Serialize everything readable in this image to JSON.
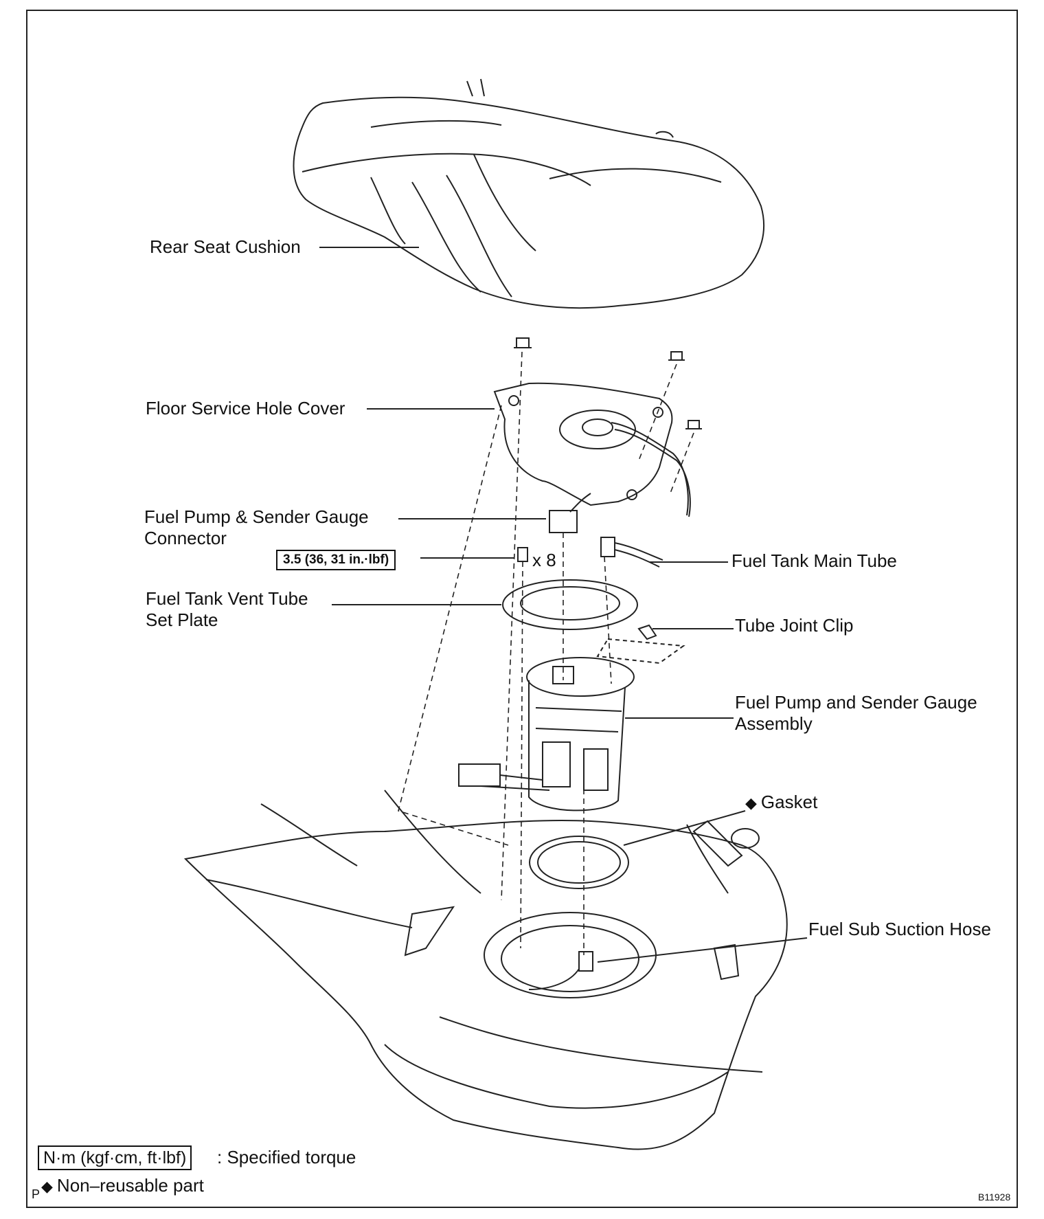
{
  "labels": {
    "rear_seat_cushion": "Rear Seat Cushion",
    "floor_service_hole_cover": "Floor Service Hole Cover",
    "connector_line1": "Fuel Pump & Sender Gauge",
    "connector_line2": "Connector",
    "torque_value": "3.5 (36, 31 in.·lbf)",
    "bolt_count": "x 8",
    "fuel_tank_main_tube": "Fuel Tank Main Tube",
    "vent_tube_line1": "Fuel Tank Vent Tube",
    "vent_tube_line2": "Set Plate",
    "tube_joint_clip": "Tube Joint Clip",
    "assembly_line1": "Fuel Pump and Sender Gauge",
    "assembly_line2": "Assembly",
    "gasket": "Gasket",
    "fuel_sub_suction_hose": "Fuel Sub Suction Hose"
  },
  "legend": {
    "torque_units": "N·m (kgf·cm, ft·lbf)",
    "torque_desc": ": Specified torque",
    "nonreusable_desc": "Non–reusable part",
    "corner_letter": "P"
  },
  "figure_id": "B11928",
  "icons": {
    "nonreusable": "diamond-icon"
  }
}
